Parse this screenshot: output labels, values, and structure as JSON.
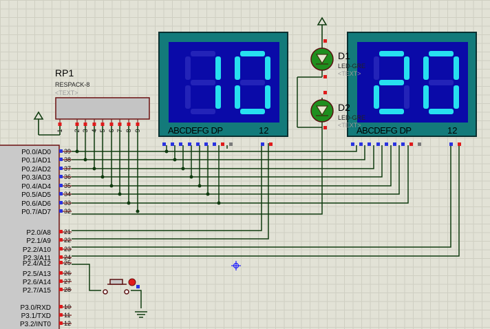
{
  "colors": {
    "wire": "#0e3a0e",
    "display_frame": "#137a7a",
    "display_inner": "#0a0aa8",
    "segment_on": "#27e0f0",
    "segment_off": "#2323b8",
    "led": "#1f8f1f",
    "pin_red": "#e01b1b",
    "pin_blue": "#2a33e0",
    "pin_gray": "#7a7a7a",
    "body": "#c9c9c9",
    "resistor_body": "#c4c4c4",
    "cursor": "#1e1eff"
  },
  "displays": [
    {
      "name": "display-left",
      "digits": "10",
      "pin_labels": "ABCDEFG  DP",
      "common_labels": "12"
    },
    {
      "name": "display-right",
      "digits": "20",
      "pin_labels": "ABCDEFG  DP",
      "common_labels": "12"
    }
  ],
  "resistor_pack": {
    "ref": "RP1",
    "value": "RESPACK-8",
    "placeholder": "<TEXT>",
    "pin_numbers": [
      "1",
      "2",
      "3",
      "4",
      "5",
      "6",
      "7",
      "8",
      "9"
    ]
  },
  "leds": [
    {
      "ref": "D1",
      "value": "LED-GRE",
      "placeholder": "<TEXT>"
    },
    {
      "ref": "D2",
      "value": "LED-GRE",
      "placeholder": "<TEXT>"
    }
  ],
  "mcu_pins": [
    {
      "label": "P0.0/AD0",
      "num": "39"
    },
    {
      "label": "P0.1/AD1",
      "num": "38"
    },
    {
      "label": "P0.2/AD2",
      "num": "37"
    },
    {
      "label": "P0.3/AD3",
      "num": "36"
    },
    {
      "label": "P0.4/AD4",
      "num": "35"
    },
    {
      "label": "P0.5/AD5",
      "num": "34"
    },
    {
      "label": "P0.6/AD6",
      "num": "33"
    },
    {
      "label": "P0.7/AD7",
      "num": "32"
    },
    {
      "label": "P2.0/A8",
      "num": "21"
    },
    {
      "label": "P2.1/A9",
      "num": "22"
    },
    {
      "label": "P2.2/A10",
      "num": "23"
    },
    {
      "label": "P2.3/A11",
      "num": "24"
    },
    {
      "label": "P2.4/A12",
      "num": "25"
    },
    {
      "label": "P2.5/A13",
      "num": "26"
    },
    {
      "label": "P2.6/A14",
      "num": "27"
    },
    {
      "label": "P2.7/A15",
      "num": "28"
    },
    {
      "label": "P3.0/RXD",
      "num": "10"
    },
    {
      "label": "P3.1/TXD",
      "num": "11"
    },
    {
      "label": "P3.2/INT0",
      "num": "12"
    }
  ]
}
